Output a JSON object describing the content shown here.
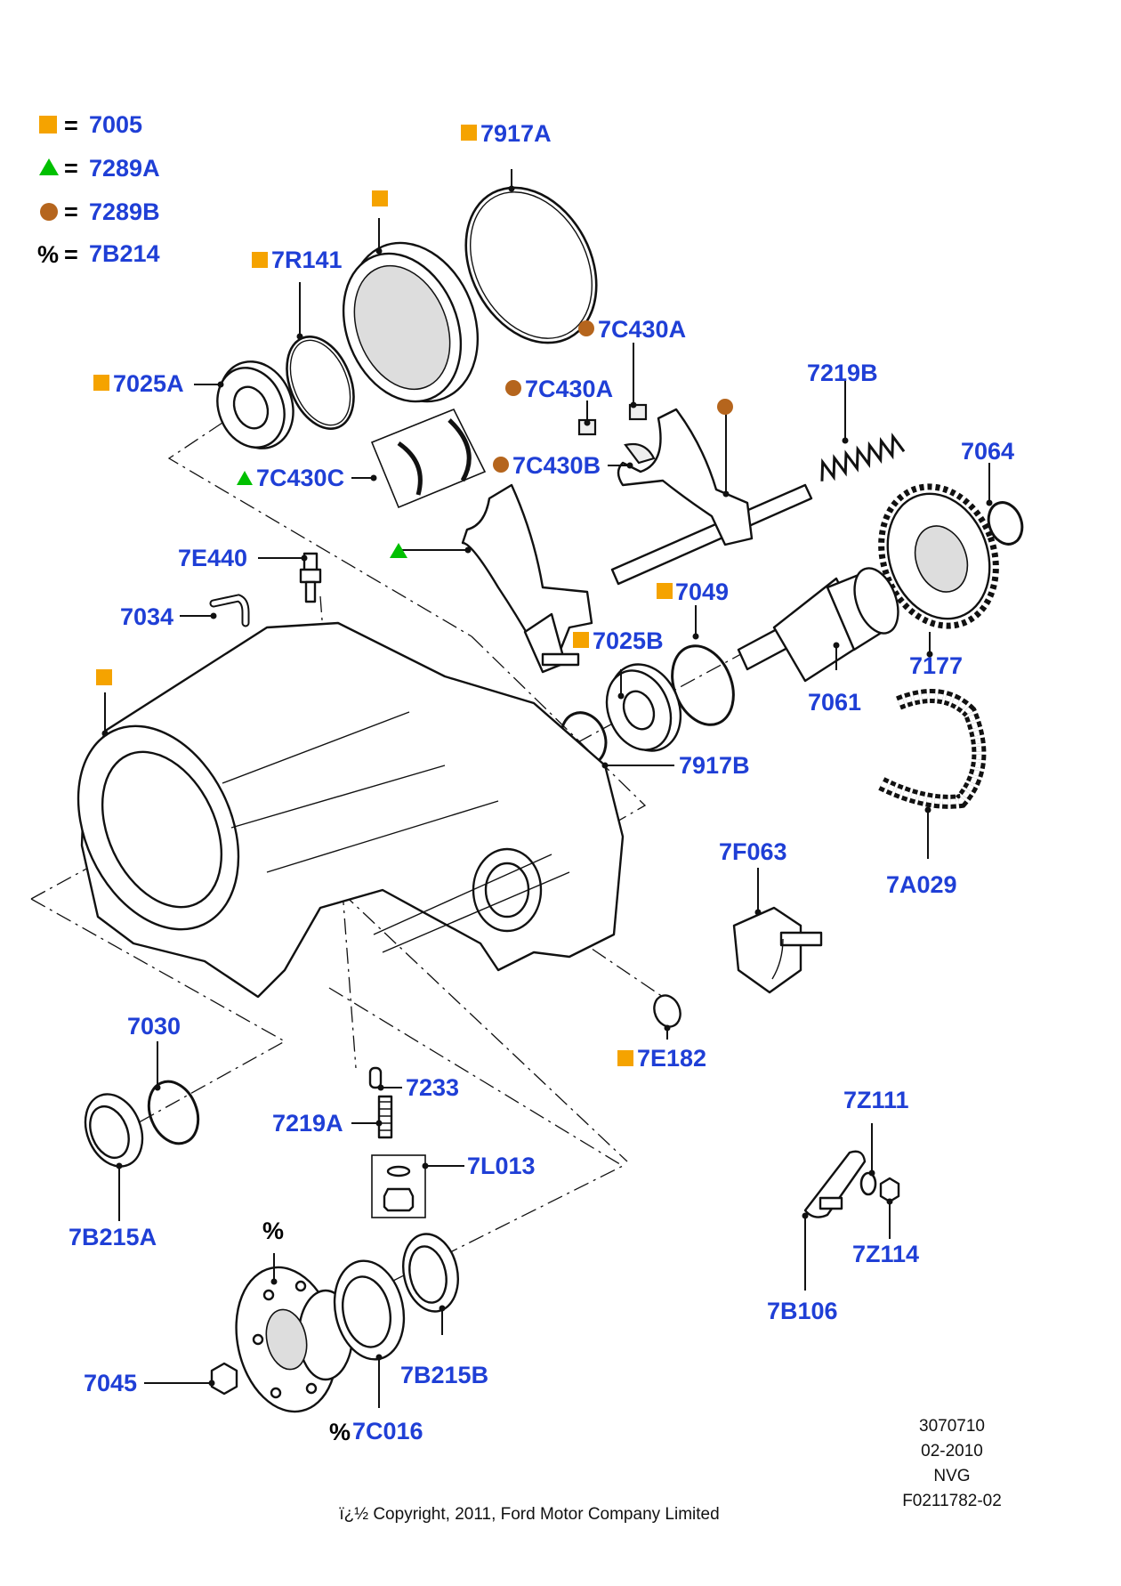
{
  "legend": [
    {
      "symbol": "square",
      "color": "#f5a300",
      "eq": "=",
      "code": "7005"
    },
    {
      "symbol": "triangle",
      "color": "#00c000",
      "eq": "=",
      "code": "7289A"
    },
    {
      "symbol": "circle",
      "color": "#b5651d",
      "eq": "=",
      "code": "7289B"
    },
    {
      "symbol": "percent",
      "color": "#000000",
      "eq": "%",
      "code": "7B214",
      "sep": "="
    }
  ],
  "symbols": {
    "percent": "%"
  },
  "parts": [
    {
      "id": "7917A",
      "marker": "square"
    },
    {
      "id": "7R141",
      "marker": "square"
    },
    {
      "id": "7C430A",
      "marker": "circle"
    },
    {
      "id": "7C430A_2",
      "text": "7C430A",
      "marker": "circle"
    },
    {
      "id": "7025A",
      "marker": "square"
    },
    {
      "id": "7219B",
      "marker": null
    },
    {
      "id": "7064",
      "marker": null
    },
    {
      "id": "7C430C",
      "marker": "triangle"
    },
    {
      "id": "7C430B",
      "marker": "circle"
    },
    {
      "id": "7E440",
      "marker": null
    },
    {
      "id": "7049",
      "marker": "square"
    },
    {
      "id": "7034",
      "marker": null
    },
    {
      "id": "7025B",
      "marker": "square"
    },
    {
      "id": "7177",
      "marker": null
    },
    {
      "id": "7061",
      "marker": null
    },
    {
      "id": "7917B",
      "marker": null
    },
    {
      "id": "7F063",
      "marker": null
    },
    {
      "id": "7A029",
      "marker": null
    },
    {
      "id": "7030",
      "marker": null
    },
    {
      "id": "7E182",
      "marker": "square"
    },
    {
      "id": "7233",
      "marker": null
    },
    {
      "id": "7219A",
      "marker": null
    },
    {
      "id": "7L013",
      "marker": null
    },
    {
      "id": "7Z111",
      "marker": null
    },
    {
      "id": "7B215A",
      "marker": null
    },
    {
      "id": "7Z114",
      "marker": null
    },
    {
      "id": "7B215B",
      "marker": null
    },
    {
      "id": "7B106",
      "marker": null
    },
    {
      "id": "7045",
      "marker": null
    },
    {
      "id": "7C016",
      "marker": "percent"
    }
  ],
  "labels": {
    "7917A": "7917A",
    "7R141": "7R141",
    "7C430A": "7C430A",
    "7C430A_2": "7C430A",
    "7025A": "7025A",
    "7219B": "7219B",
    "7064": "7064",
    "7C430C": "7C430C",
    "7C430B": "7C430B",
    "7E440": "7E440",
    "7049": "7049",
    "7034": "7034",
    "7025B": "7025B",
    "7177": "7177",
    "7061": "7061",
    "7917B": "7917B",
    "7F063": "7F063",
    "7A029": "7A029",
    "7030": "7030",
    "7E182": "7E182",
    "7233": "7233",
    "7219A": "7219A",
    "7L013": "7L013",
    "7Z111": "7Z111",
    "7B215A": "7B215A",
    "7Z114": "7Z114",
    "7B215B": "7B215B",
    "7B106": "7B106",
    "7045": "7045",
    "7C016": "7C016"
  },
  "info_block": [
    "3070710",
    "02-2010",
    "NVG",
    "F0211782-02"
  ],
  "copyright": "ï¿½ Copyright, 2011, Ford Motor Company Limited",
  "colors": {
    "label": "#1f3fd6",
    "square": "#f5a300",
    "triangle": "#00c000",
    "circle": "#b5651d"
  }
}
